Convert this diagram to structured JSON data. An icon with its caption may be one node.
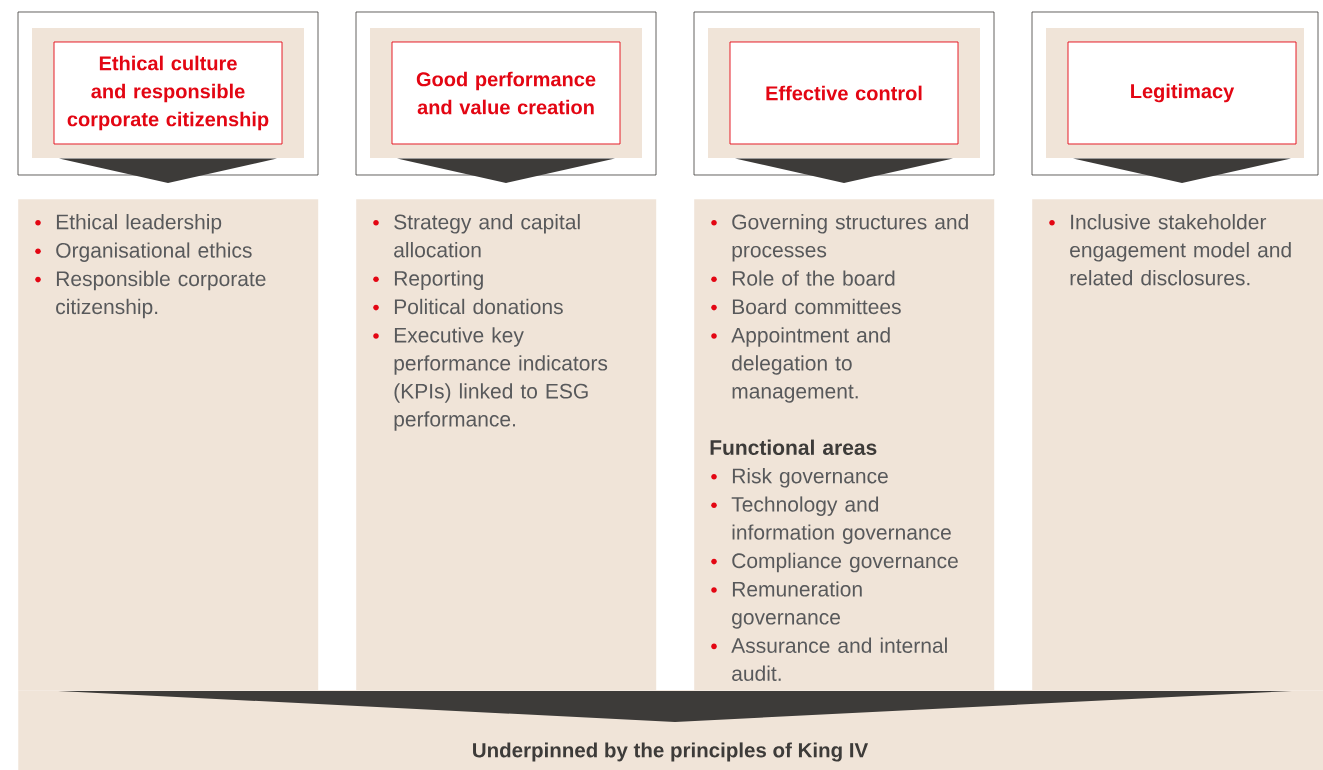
{
  "diagram": {
    "nodes": [
      {
        "text": [
          "Ethical culture and responsible corporate citizenship"
        ]
      },
      {
        "text": [
          "Good performance and value creation"
        ]
      },
      {
        "text": [
          "Effective control"
        ]
      },
      {
        "text": [
          "Legitimacy"
        ]
      },
      {
        "text": [
          "Ethical leadership",
          "Organisational ethics",
          "Responsible corporate citizenship."
        ]
      },
      {
        "text": [
          "Strategy and capital allocation",
          "Reporting",
          "Political donations",
          "Executive key performance indicators (KPIs) linked to ESG performance."
        ]
      },
      {
        "text": [
          "Governing structures and processes",
          "Role of the board",
          "Board committees",
          "Appointment and delegation to management.",
          "Functional areas",
          "Risk governance",
          "Technology and information governance",
          "Compliance governance",
          "Remuneration governance",
          "Assurance and internal audit."
        ]
      },
      {
        "text": [
          "Inclusive stakeholder engagement model and related disclosures."
        ]
      },
      {
        "text": [
          "Underpinned by the principles of King IV"
        ]
      }
    ],
    "edges": [
      {
        "from": 0,
        "to": 4,
        "arrow": "to"
      },
      {
        "from": 1,
        "to": 5,
        "arrow": "to"
      },
      {
        "from": 2,
        "to": 6,
        "arrow": "to"
      },
      {
        "from": 3,
        "to": 7,
        "arrow": "to"
      }
    ]
  }
}
